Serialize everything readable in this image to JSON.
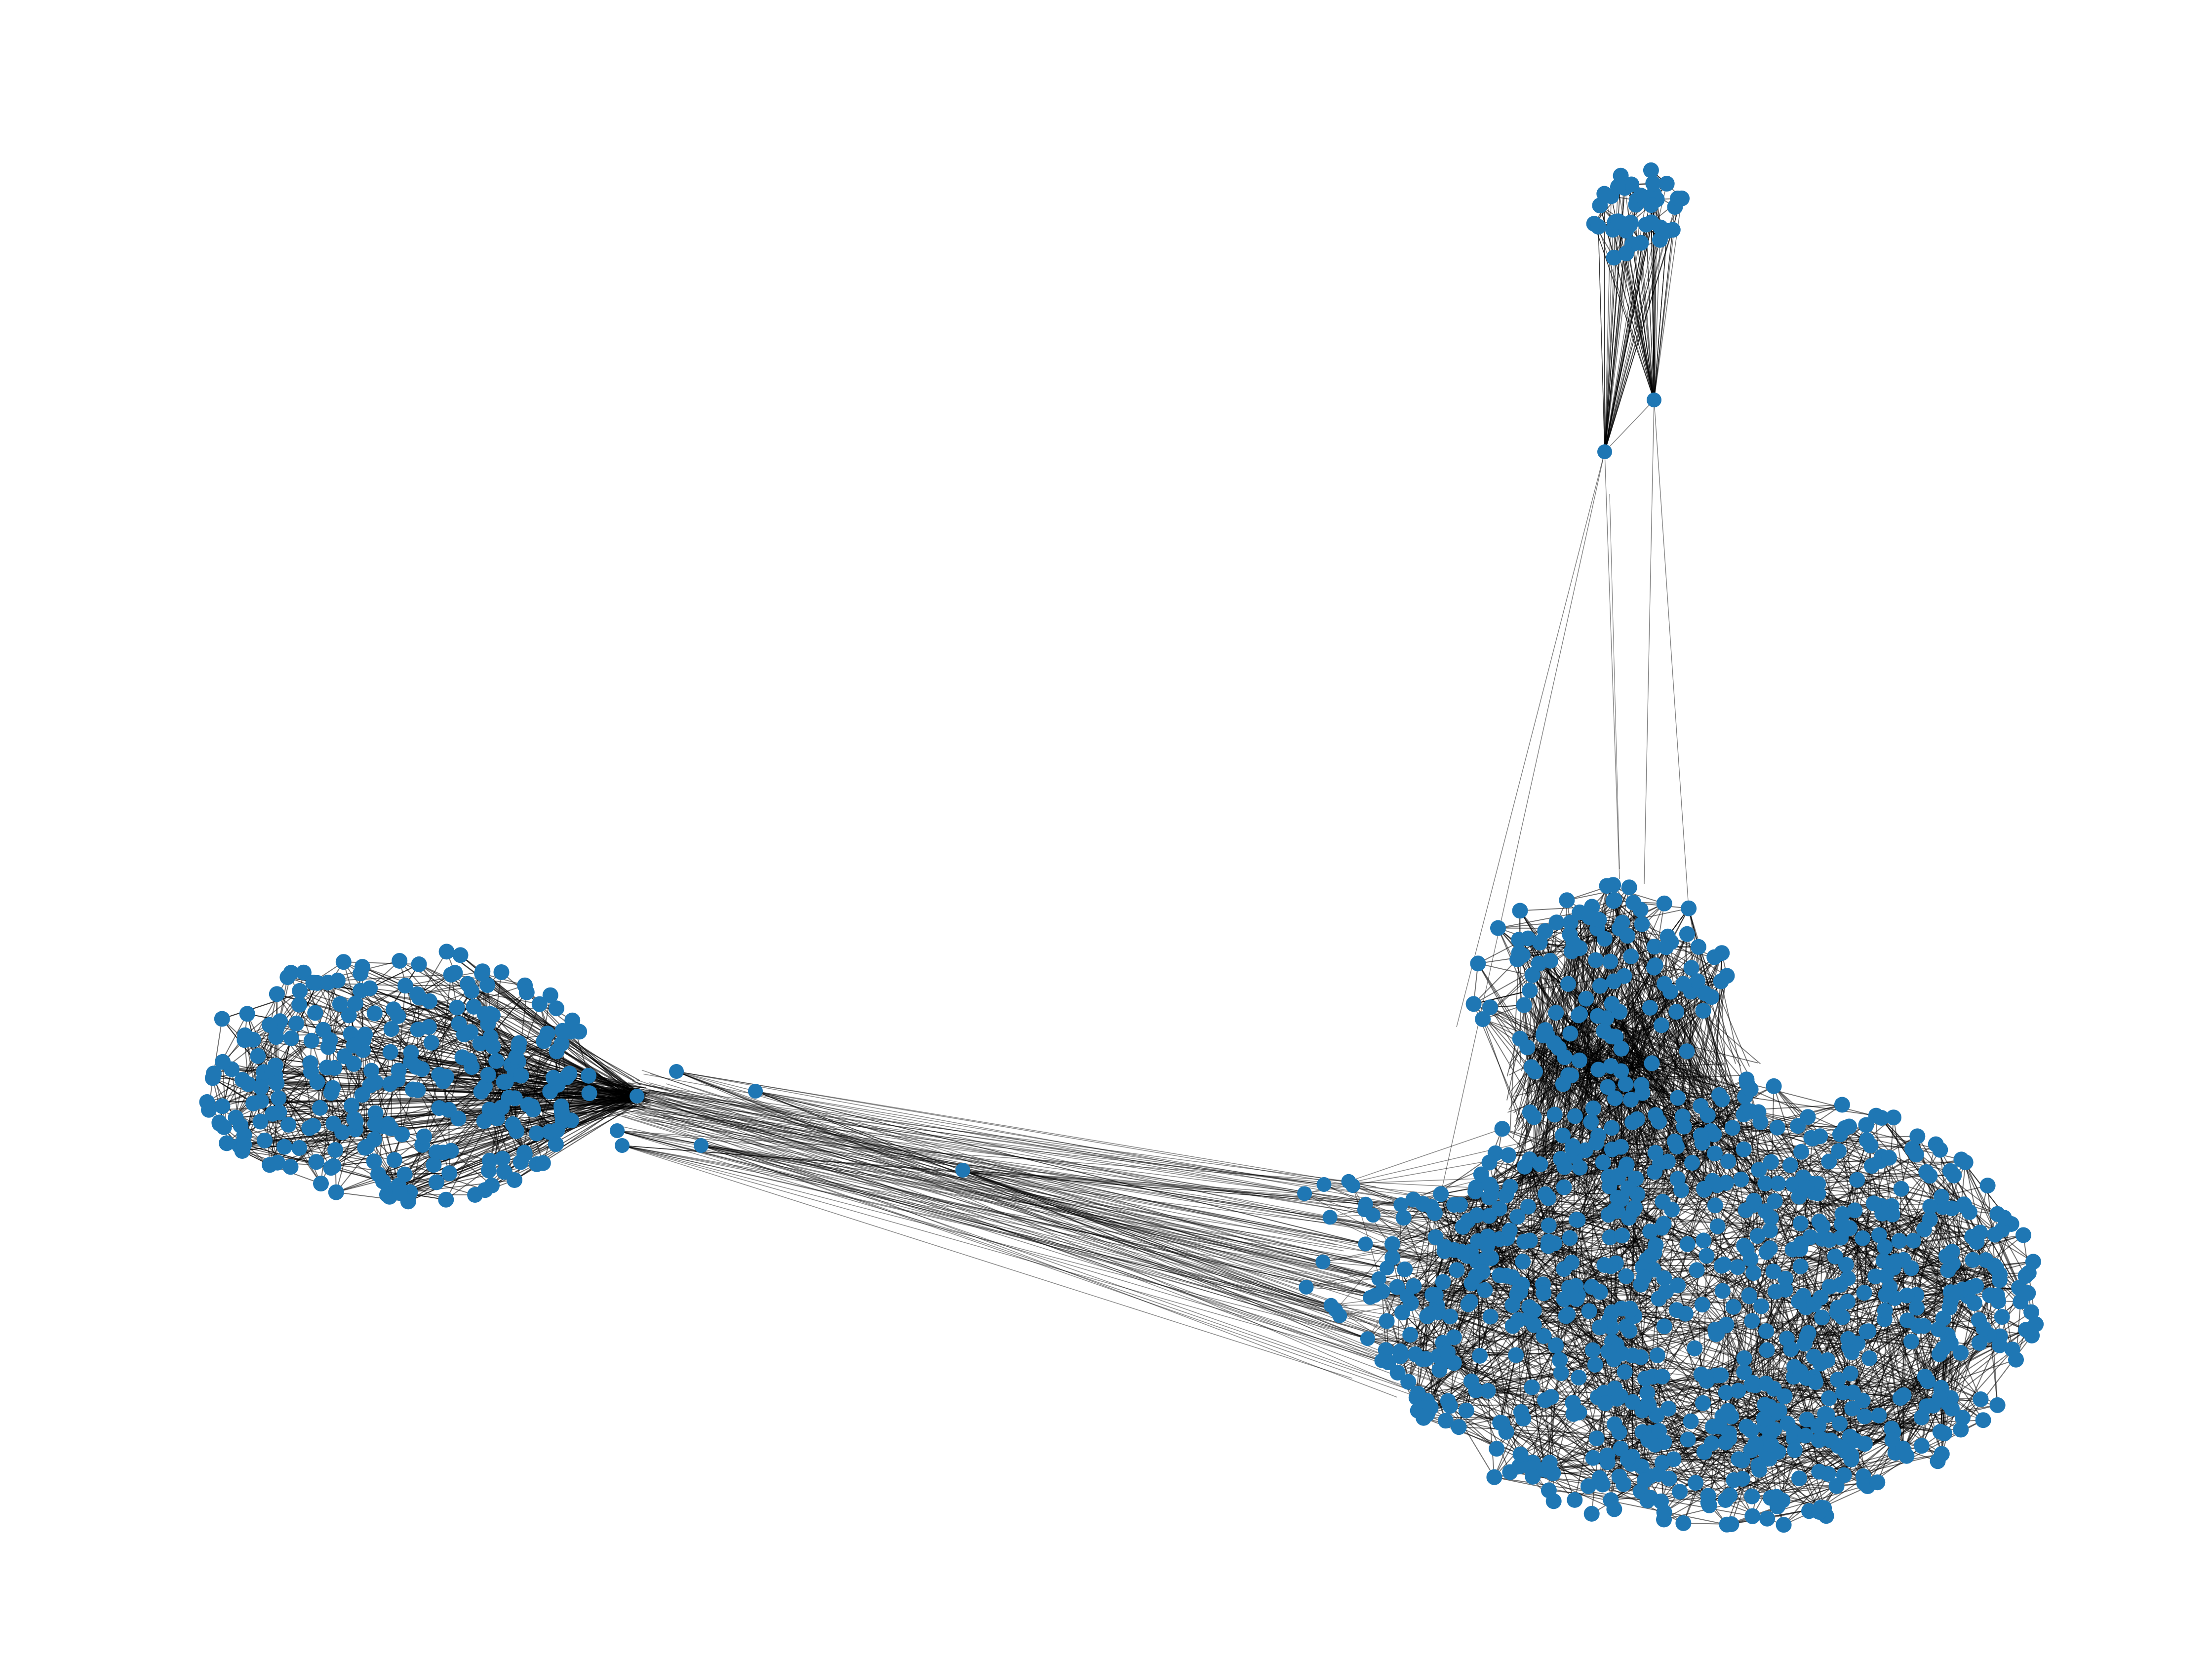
{
  "figure": {
    "type": "network-graph",
    "background_color": "#ffffff",
    "node_color": "#1f77b4",
    "edge_color": "#000000",
    "axes_visible": false,
    "text_labels": []
  },
  "graph": {
    "clusters": [
      {
        "id": "top-cluster",
        "relative_size": "small",
        "approx_nodes": 40
      },
      {
        "id": "left-cluster",
        "relative_size": "medium",
        "approx_nodes": 260
      },
      {
        "id": "upper-right-cluster",
        "relative_size": "small-medium",
        "approx_nodes": 110
      },
      {
        "id": "large-right-cluster",
        "relative_size": "large",
        "approx_nodes": 760
      }
    ],
    "connections": [
      {
        "from": "left-cluster",
        "to": "large-right-cluster",
        "density": "dense bundle"
      },
      {
        "from": "upper-right-cluster",
        "to": "large-right-cluster",
        "density": "dense"
      },
      {
        "from": "top-cluster",
        "to": "large-right-cluster",
        "density": "sparse",
        "via_bridge_nodes": 2
      }
    ]
  }
}
